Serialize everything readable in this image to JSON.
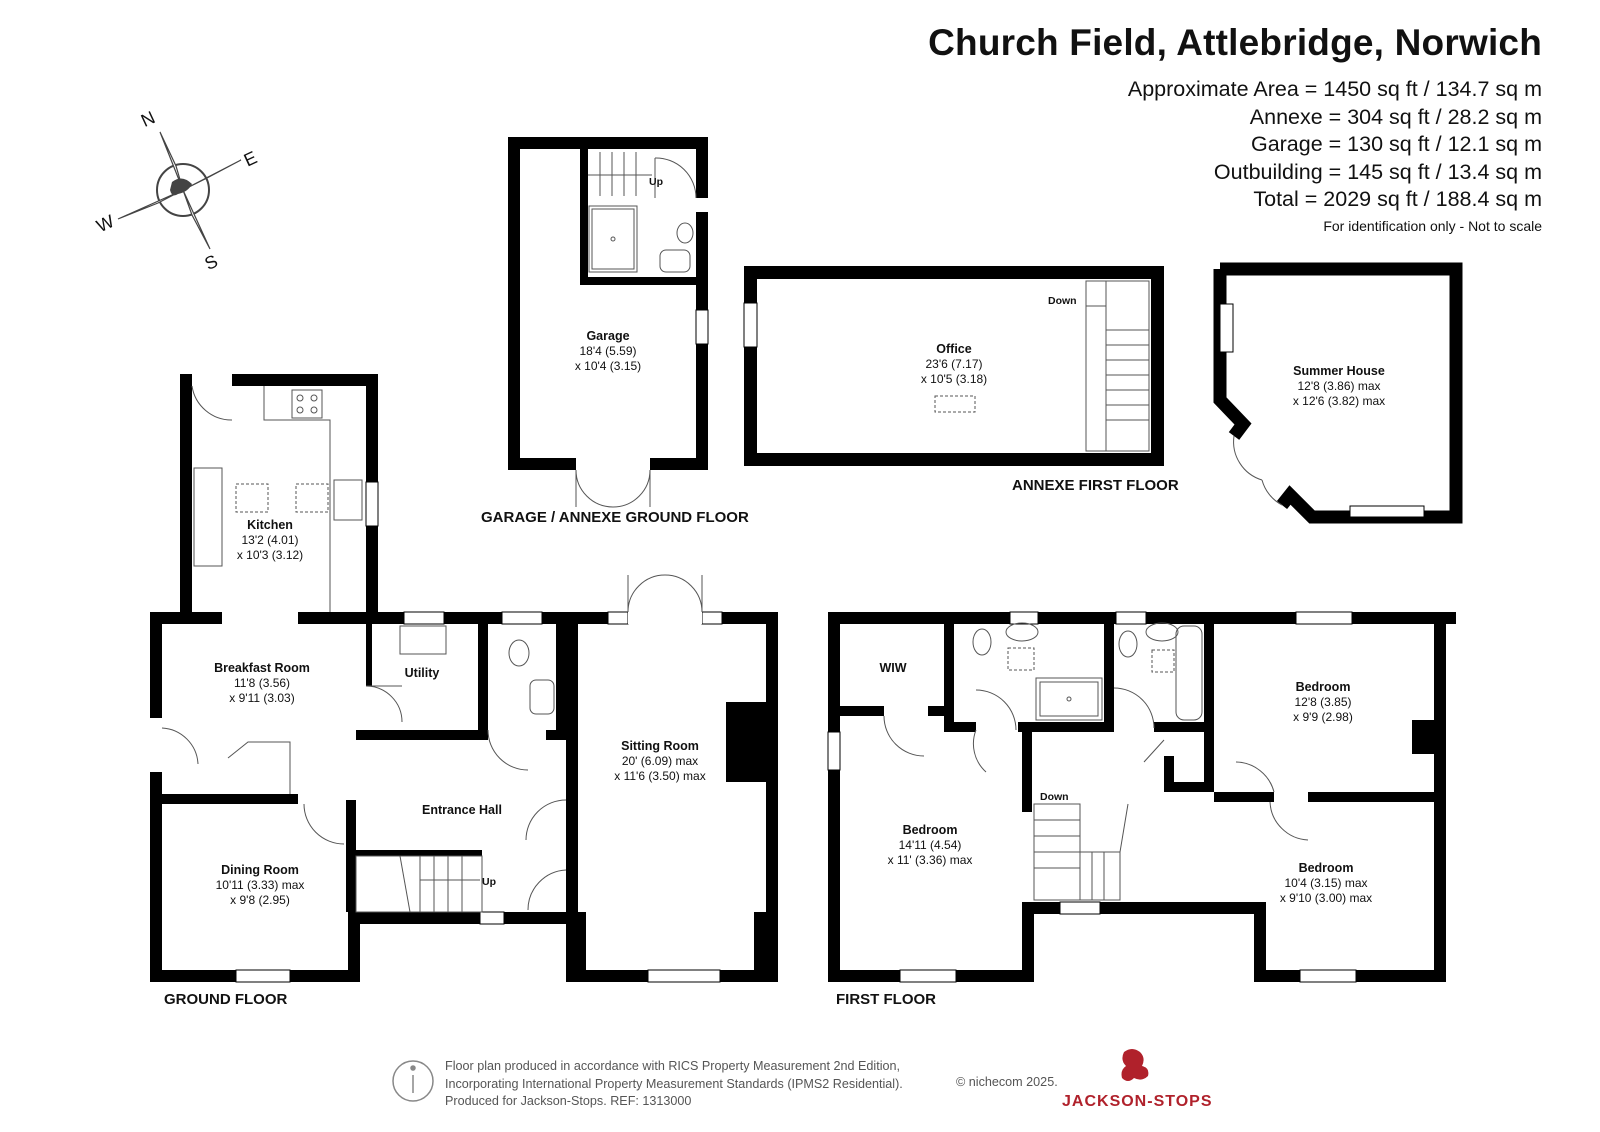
{
  "title": "Church Field, Attlebridge, Norwich",
  "areas": [
    "Approximate Area = 1450 sq ft / 134.7 sq m",
    "Annexe = 304 sq ft / 28.2 sq m",
    "Garage = 130 sq ft / 12.1 sq m",
    "Outbuilding = 145 sq ft / 13.4 sq m",
    "Total = 2029 sq ft / 188.4 sq m"
  ],
  "identification": "For identification only - Not to scale",
  "compass": {
    "n": "N",
    "e": "E",
    "s": "S",
    "w": "W"
  },
  "floors": {
    "ground": "GROUND FLOOR",
    "first": "FIRST FLOOR",
    "garage_ground": "GARAGE / ANNEXE GROUND FLOOR",
    "annexe_first": "ANNEXE FIRST FLOOR"
  },
  "rooms": {
    "garage": {
      "name": "Garage",
      "dim1": "18'4 (5.59)",
      "dim2": "x 10'4 (3.15)"
    },
    "office": {
      "name": "Office",
      "dim1": "23'6 (7.17)",
      "dim2": "x 10'5 (3.18)"
    },
    "summer_house": {
      "name": "Summer House",
      "dim1": "12'8 (3.86) max",
      "dim2": "x 12'6 (3.82) max"
    },
    "kitchen": {
      "name": "Kitchen",
      "dim1": "13'2 (4.01)",
      "dim2": "x 10'3 (3.12)"
    },
    "breakfast": {
      "name": "Breakfast Room",
      "dim1": "11'8 (3.56)",
      "dim2": "x 9'11 (3.03)"
    },
    "utility": {
      "name": "Utility"
    },
    "sitting": {
      "name": "Sitting Room",
      "dim1": "20' (6.09) max",
      "dim2": "x 11'6 (3.50) max"
    },
    "entrance": {
      "name": "Entrance Hall"
    },
    "dining": {
      "name": "Dining Room",
      "dim1": "10'11 (3.33) max",
      "dim2": "x 9'8 (2.95)"
    },
    "wiw": {
      "name": "WIW"
    },
    "bedroom1": {
      "name": "Bedroom",
      "dim1": "12'8 (3.85)",
      "dim2": "x 9'9 (2.98)"
    },
    "bedroom2": {
      "name": "Bedroom",
      "dim1": "14'11 (4.54)",
      "dim2": "x 11' (3.36) max"
    },
    "bedroom3": {
      "name": "Bedroom",
      "dim1": "10'4 (3.15) max",
      "dim2": "x 9'10 (3.00) max"
    }
  },
  "stairs": {
    "up": "Up",
    "down": "Down"
  },
  "footer": {
    "line1": "Floor plan produced in accordance with RICS Property Measurement 2nd Edition,",
    "line2": "Incorporating International Property Measurement Standards (IPMS2 Residential).",
    "line3": "Produced for Jackson-Stops.   REF: 1313000",
    "copyright": "© nichecom 2025.",
    "brand": "JACKSON-STOPS"
  },
  "colors": {
    "wall": "#000000",
    "brand": "#b0212b",
    "text": "#111111"
  }
}
